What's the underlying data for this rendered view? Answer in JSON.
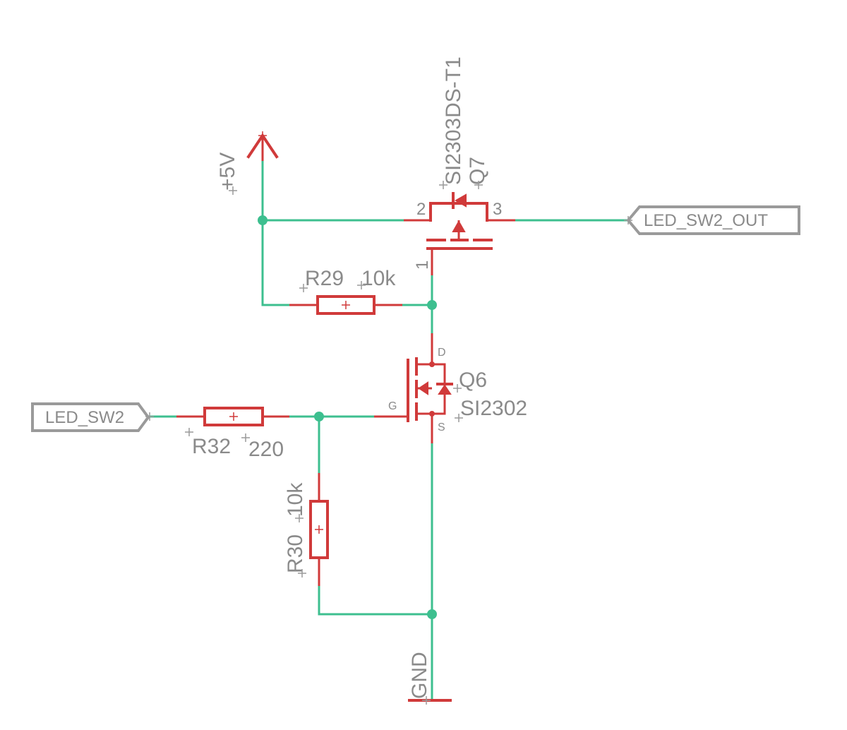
{
  "supply": {
    "vcc_label": "+5V",
    "gnd_label": "GND"
  },
  "q7": {
    "name": "Q7",
    "value": "SI2303DS-T1",
    "pin_gate": "1",
    "pin_source": "2",
    "pin_drain": "3"
  },
  "q6": {
    "name": "Q6",
    "value": "SI2302",
    "pin_drain": "D",
    "pin_gate": "G",
    "pin_source": "S"
  },
  "r29": {
    "name": "R29",
    "value": "10k"
  },
  "r30": {
    "name": "R30",
    "value": "10k"
  },
  "r32": {
    "name": "R32",
    "value": "220"
  },
  "ports": {
    "input": "LED_SW2",
    "output": "LED_SW2_OUT"
  },
  "colors": {
    "wire": "#3dbf8f",
    "component": "#d03a3a",
    "label": "#8a8a8a"
  }
}
